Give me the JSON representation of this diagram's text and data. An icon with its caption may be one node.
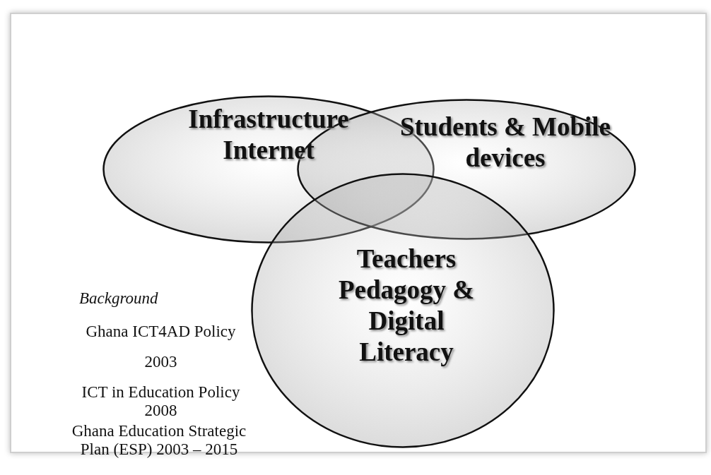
{
  "diagram": {
    "nodes": [
      {
        "text": [
          "Infrastructure Internet"
        ]
      },
      {
        "text": [
          "Students & Mobile devices"
        ]
      },
      {
        "text": [
          "Teachers Pedagogy & Digital Literacy"
        ]
      }
    ],
    "labels": [
      "Background",
      "Ghana ICT4AD Policy",
      "2003",
      "ICT in Education Policy 2008",
      "Ghana Education Strategic Plan (ESP) 2003 – 2015"
    ]
  }
}
